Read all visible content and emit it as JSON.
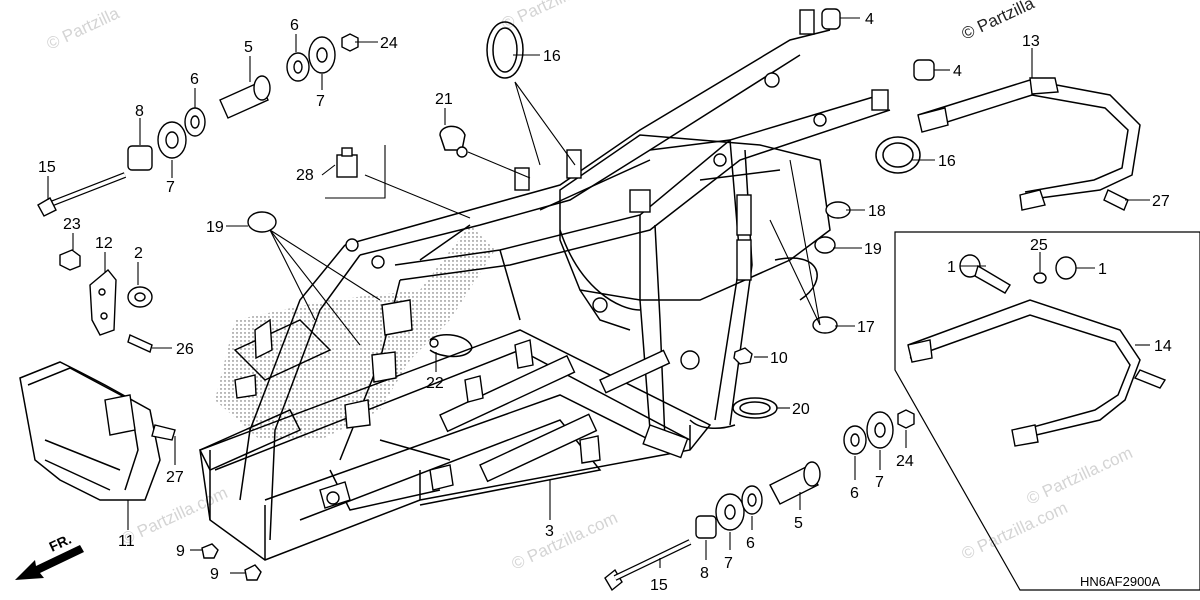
{
  "diagram": {
    "code": "HN6AF2900A",
    "front_label": "FR.",
    "watermark": "© Partzilla",
    "watermark_domain": "© Partzilla.com"
  },
  "callouts": {
    "c1a": "1",
    "c1b": "1",
    "c2": "2",
    "c3": "3",
    "c4a": "4",
    "c4b": "4",
    "c5a": "5",
    "c5b": "5",
    "c6a": "6",
    "c6b": "6",
    "c6c": "6",
    "c6d": "6",
    "c7a": "7",
    "c7b": "7",
    "c7c": "7",
    "c7d": "7",
    "c8a": "8",
    "c8b": "8",
    "c9a": "9",
    "c9b": "9",
    "c10": "10",
    "c11": "11",
    "c12": "12",
    "c13": "13",
    "c14": "14",
    "c15a": "15",
    "c15b": "15",
    "c16a": "16",
    "c16b": "16",
    "c17": "17",
    "c18": "18",
    "c19a": "19",
    "c19b": "19",
    "c20": "20",
    "c21": "21",
    "c22": "22",
    "c23": "23",
    "c24a": "24",
    "c24b": "24",
    "c25": "25",
    "c26": "26",
    "c27a": "27",
    "c27b": "27",
    "c28": "28"
  }
}
